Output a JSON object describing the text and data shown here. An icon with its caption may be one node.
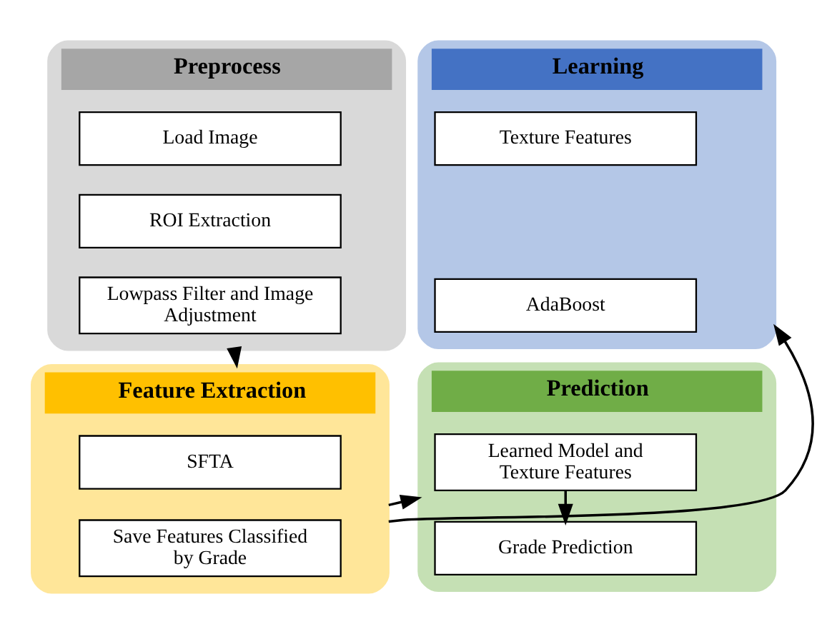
{
  "diagram": {
    "nodes": [
      {
        "text": [
          "Preprocess"
        ]
      },
      {
        "text": [
          "Load Image"
        ],
        "in": 0
      },
      {
        "text": [
          "ROI Extraction"
        ],
        "in": 0
      },
      {
        "text": [
          "Lowpass Filter and Image Adjustment"
        ],
        "in": 0
      },
      {
        "text": [
          "Feature Extraction"
        ]
      },
      {
        "text": [
          "SFTA"
        ],
        "in": 4
      },
      {
        "text": [
          "Save Features Classified by Grade"
        ],
        "in": 4
      },
      {
        "text": [
          "Learning"
        ]
      },
      {
        "text": [
          "Texture Features"
        ],
        "in": 7
      },
      {
        "text": [
          "AdaBoost"
        ],
        "in": 7
      },
      {
        "text": [
          "Prediction"
        ]
      },
      {
        "text": [
          "Learned Model and Texture Features"
        ],
        "in": 10
      },
      {
        "text": [
          "Grade Prediction"
        ],
        "in": 10
      }
    ],
    "edges": [
      {
        "from": 0,
        "to": 4,
        "arrow": "to"
      },
      {
        "from": 4,
        "to": 7,
        "arrow": "to"
      },
      {
        "from": 4,
        "to": 10,
        "arrow": "to"
      },
      {
        "from": 11,
        "to": 12,
        "arrow": "to"
      }
    ]
  }
}
